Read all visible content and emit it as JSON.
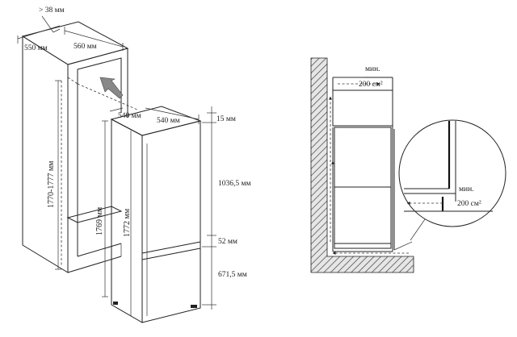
{
  "left_diagram": {
    "labels": {
      "depth_gap": "> 38 мм",
      "niche_depth": "550 мм",
      "niche_width": "560 мм",
      "niche_height": "1770-1777 мм",
      "unit_depth": "540 мм",
      "unit_width": "540 мм",
      "top_gap": "15 мм",
      "upper_door": "1036,5 мм",
      "door_gap": "52 мм",
      "lower_door": "671,5 мм",
      "body_height": "1769 мм",
      "total_height": "1772 мм"
    }
  },
  "right_diagram": {
    "labels": {
      "top_min": "мин.",
      "top_area": "200 см²",
      "bottom_min": "мин.",
      "bottom_area": "200 см²"
    }
  }
}
